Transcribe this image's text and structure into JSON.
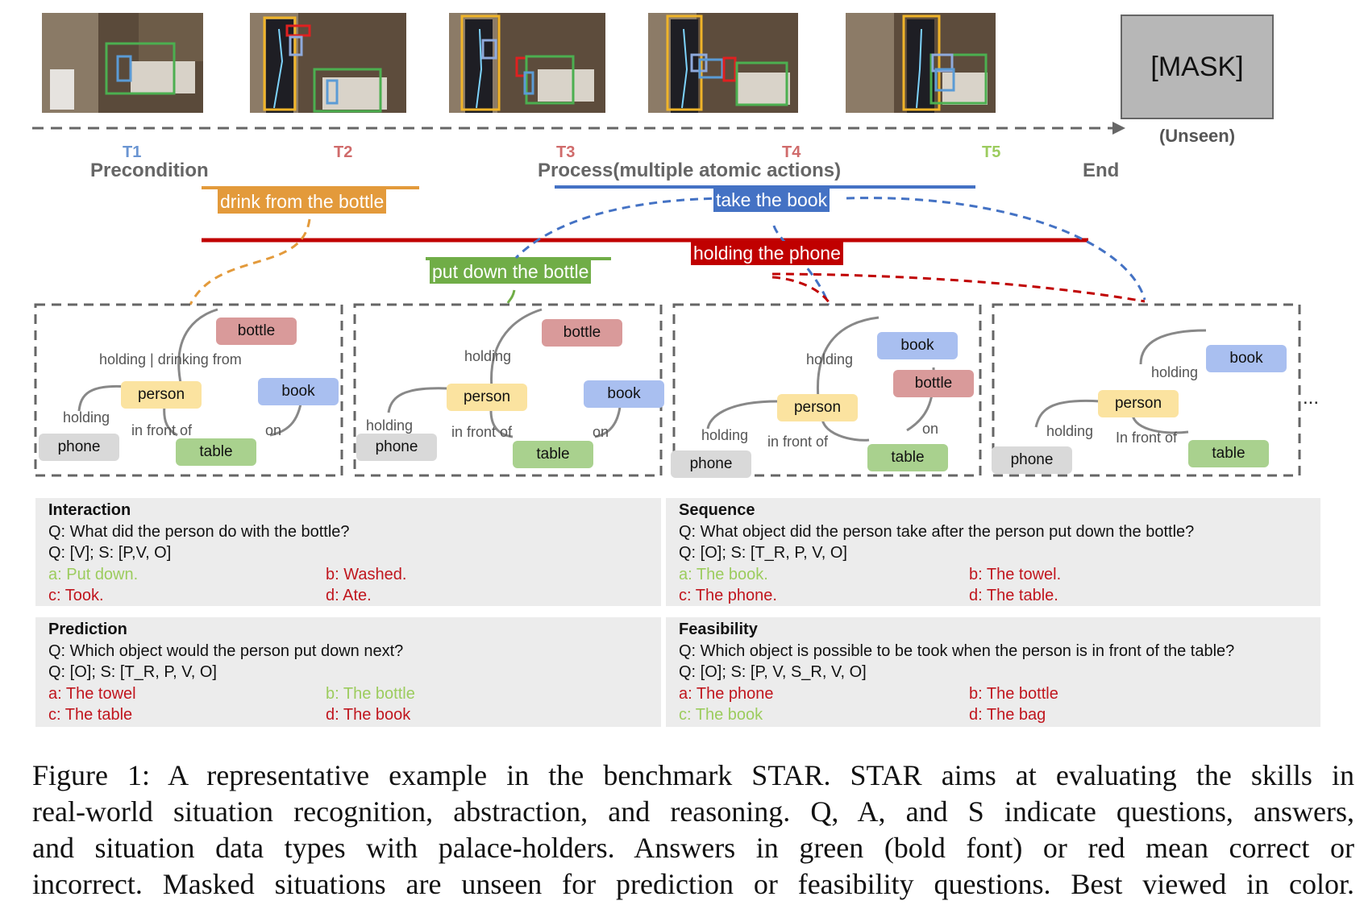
{
  "timeline": {
    "steps": [
      {
        "label": "T1",
        "color": "#6a95d2"
      },
      {
        "label": "T2",
        "color": "#d06b6b"
      },
      {
        "label": "T3",
        "color": "#d06b6b"
      },
      {
        "label": "T4",
        "color": "#d06b6b"
      },
      {
        "label": "T5",
        "color": "#9ccc5e"
      }
    ],
    "mask_label": "[MASK]",
    "unseen_label": "(Unseen)",
    "phases": {
      "precondition": "Precondition",
      "process": "Process(multiple atomic actions)",
      "end": "End"
    }
  },
  "actions": {
    "drink": {
      "label": "drink from the bottle",
      "color": "#e39a3b"
    },
    "take": {
      "label": "take the book",
      "color": "#4472c4"
    },
    "putdown": {
      "label": "put down the bottle",
      "color": "#70ad47"
    },
    "holding": {
      "label": "holding the phone",
      "color": "#c00000"
    }
  },
  "graphs": [
    {
      "nodes": {
        "bottle": "bottle",
        "person": "person",
        "book": "book",
        "phone": "phone",
        "table": "table"
      },
      "relations": {
        "r1": "holding | drinking from",
        "r2": "holding",
        "r3": "in front of",
        "r4": "on"
      }
    },
    {
      "nodes": {
        "bottle": "bottle",
        "person": "person",
        "book": "book",
        "phone": "phone",
        "table": "table"
      },
      "relations": {
        "r1": "holding",
        "r2": "holding",
        "r3": "in front of",
        "r4": "on"
      }
    },
    {
      "nodes": {
        "book": "book",
        "bottle": "bottle",
        "person": "person",
        "phone": "phone",
        "table": "table"
      },
      "relations": {
        "r1": "holding",
        "r2": "holding",
        "r3": "in front of",
        "r4": "on"
      }
    },
    {
      "nodes": {
        "book": "book",
        "person": "person",
        "phone": "phone",
        "table": "table"
      },
      "relations": {
        "r1": "holding",
        "r2": "holding",
        "r3": "In front of"
      }
    }
  ],
  "ellipsis": "...",
  "node_colors": {
    "bottle": "#d99a9a",
    "person": "#fbe3a0",
    "book": "#a9bff0",
    "phone": "#d9d9d9",
    "table": "#a9d18e"
  },
  "questions": {
    "interaction": {
      "title": "Interaction",
      "q": "Q: What did the person do with the bottle?",
      "types": "Q: [V]; S: [P,V, O]",
      "a": "a: Put down.",
      "b": "b: Washed.",
      "c": "c: Took.",
      "d": "d: Ate."
    },
    "sequence": {
      "title": "Sequence",
      "q": "Q: What object did the person take after the person put down the bottle?",
      "types": "Q: [O]; S: [T_R, P, V, O]",
      "a": "a: The book.",
      "b": "b: The towel.",
      "c": "c: The phone.",
      "d": "d: The table."
    },
    "prediction": {
      "title": "Prediction",
      "q": "Q: Which object would the person put down next?",
      "types": "Q: [O]; S: [T_R, P, V, O]",
      "a": "a: The towel",
      "b": "b: The bottle",
      "c": "c: The table",
      "d": "d: The book"
    },
    "feasibility": {
      "title": "Feasibility",
      "q": "Q: Which object is possible to be took when the person is in front of the table?",
      "types": "Q: [O]; S: [P, V, S_R, V, O]",
      "a": "a: The phone",
      "b": "b: The bottle",
      "c": "c: The book",
      "d": "d: The bag"
    }
  },
  "caption": [
    "Figure 1: A representative example in the benchmark STAR. STAR aims at evaluating the skills in",
    "real-world situation recognition, abstraction, and reasoning. Q, A, and S indicate questions, answers,",
    "and situation data types with palace-holders. Answers in green (bold font) or red mean correct or",
    "incorrect. Masked situations are unseen for prediction or feasibility questions. Best viewed in color."
  ]
}
